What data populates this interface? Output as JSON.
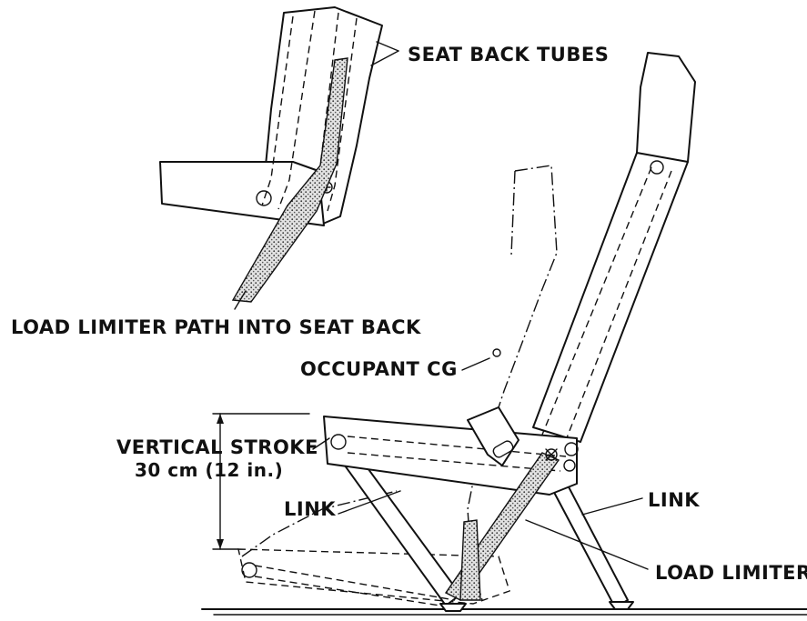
{
  "labels": {
    "seat_back_tubes": "SEAT BACK TUBES",
    "load_limiter_path": "LOAD LIMITER PATH INTO SEAT BACK",
    "occupant_cg": "OCCUPANT CG",
    "vertical_stroke_line1": "VERTICAL STROKE",
    "vertical_stroke_line2": "30 cm (12 in.)",
    "link_left": "LINK",
    "link_right": "LINK",
    "load_limiter": "LOAD LIMITER"
  }
}
